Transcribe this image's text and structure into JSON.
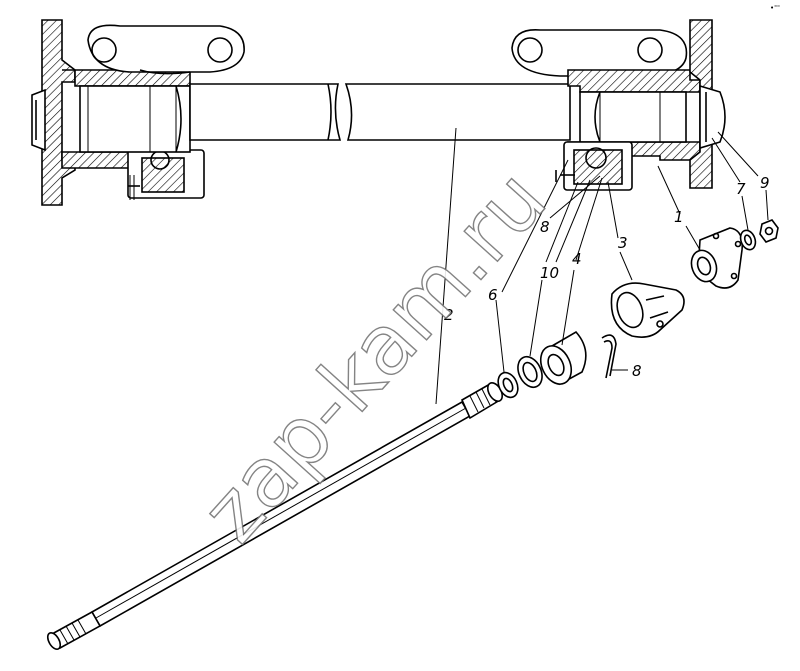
{
  "watermark": "zap-kam.ru",
  "corner_mark": "•'''",
  "callouts": {
    "n1": "1",
    "n2": "2",
    "n3": "3",
    "n4": "4",
    "n6": "6",
    "n7": "7",
    "n8a": "8",
    "n8b": "8",
    "n9": "9",
    "n10": "10"
  }
}
